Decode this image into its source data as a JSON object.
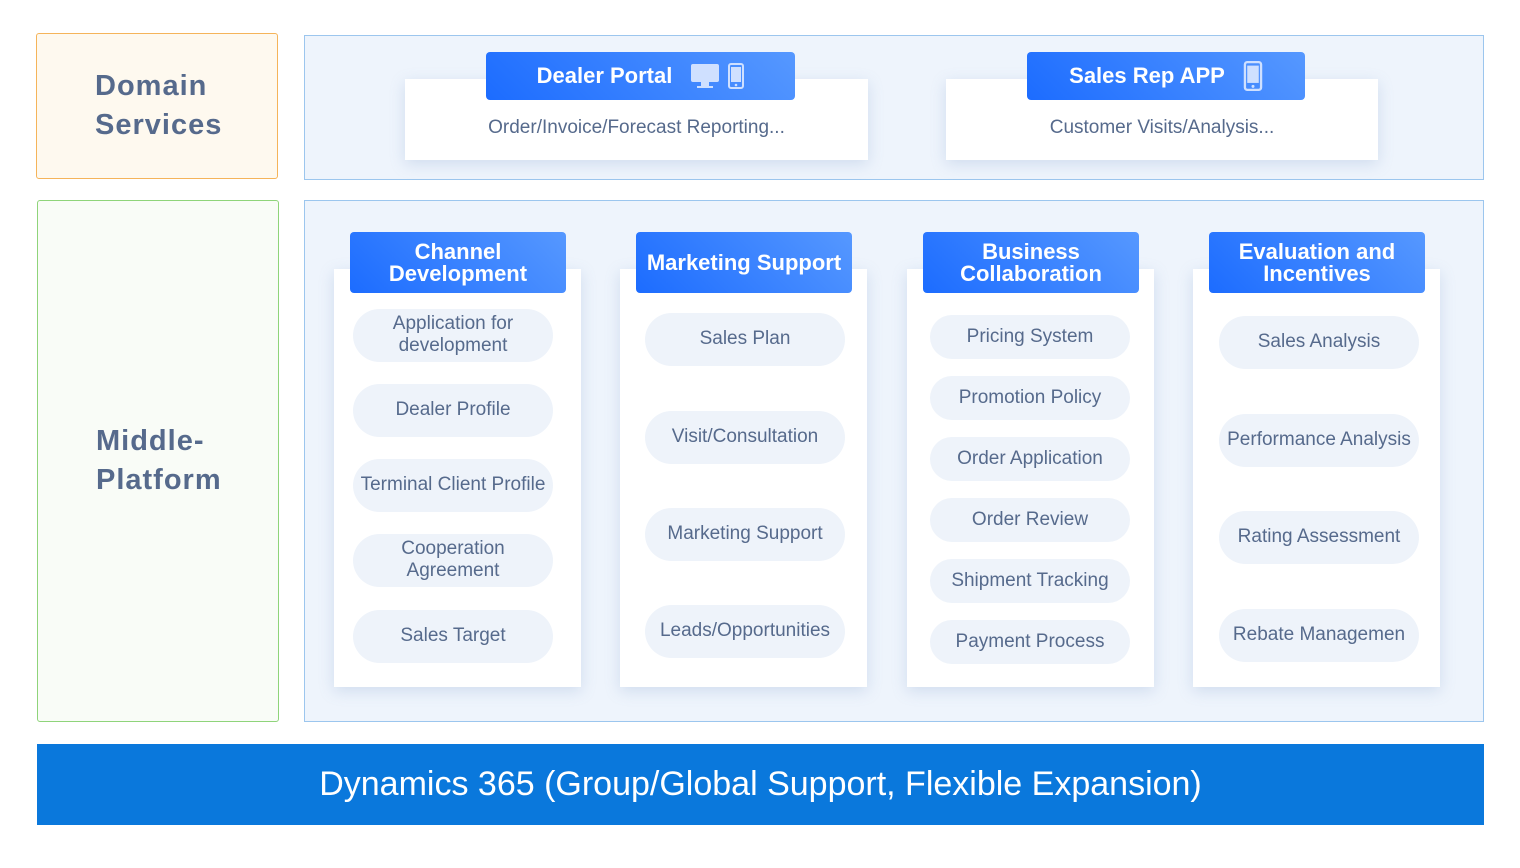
{
  "left_labels": {
    "domain": "Domain Services",
    "middle": "Middle-Platform"
  },
  "domain_services": [
    {
      "title": "Dealer Portal",
      "description": "Order/Invoice/Forecast Reporting...",
      "icons": [
        "desktop-icon",
        "mobile-icon"
      ]
    },
    {
      "title": "Sales Rep APP",
      "description": "Customer Visits/Analysis...",
      "icons": [
        "mobile-icon"
      ]
    }
  ],
  "columns": [
    {
      "title": "Channel Development",
      "items": [
        "Application for development",
        "Dealer Profile",
        "Terminal Client Profile",
        "Cooperation Agreement",
        "Sales Target"
      ]
    },
    {
      "title": "Marketing Support",
      "items": [
        "Sales Plan",
        "Visit/Consultation",
        "Marketing Support",
        "Leads/Opportunities"
      ]
    },
    {
      "title": "Business Collaboration",
      "items": [
        "Pricing System",
        "Promotion Policy",
        "Order Application",
        "Order Review",
        "Shipment Tracking",
        "Payment Process"
      ]
    },
    {
      "title": "Evaluation and Incentives",
      "items": [
        "Sales Analysis",
        "Performance Analysis",
        "Rating Assessment",
        "Rebate Managemen"
      ]
    }
  ],
  "footer": "Dynamics 365 (Group/Global Support, Flexible Expansion)"
}
